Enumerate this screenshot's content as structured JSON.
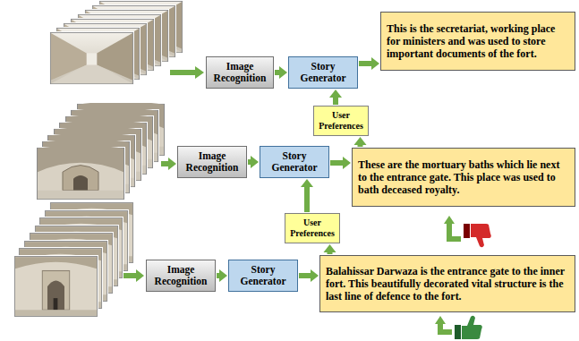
{
  "diagram": {
    "nodes": [
      {
        "text": [
          "Image Recognition"
        ]
      },
      {
        "text": [
          "Story Generator"
        ]
      },
      {
        "text": [
          "This is the secretariat, working place for ministers and was used to store important documents of the fort."
        ]
      },
      {
        "text": [
          "User Preferences"
        ]
      },
      {
        "text": [
          "Image Recognition"
        ]
      },
      {
        "text": [
          "Story Generator"
        ]
      },
      {
        "text": [
          "These are the mortuary baths which lie next to the entrance gate. This place was used to bath deceased royalty."
        ]
      },
      {
        "text": [
          "User Preferences"
        ]
      },
      {
        "text": [
          "Image Recognition"
        ]
      },
      {
        "text": [
          "Story Generator"
        ]
      },
      {
        "text": [
          "Balahissar Darwaza is the entrance gate to the inner fort. This beautifully decorated vital structure is the last line of defence to the fort."
        ]
      }
    ],
    "edges": [
      {
        "from": 0,
        "to": 1,
        "arrow": "to"
      },
      {
        "from": 1,
        "to": 2,
        "arrow": "to"
      },
      {
        "from": 3,
        "to": 1,
        "arrow": "to"
      },
      {
        "from": 6,
        "to": 3,
        "arrow": "to"
      },
      {
        "from": 4,
        "to": 5,
        "arrow": "to"
      },
      {
        "from": 5,
        "to": 6,
        "arrow": "to"
      },
      {
        "from": 7,
        "to": 5,
        "arrow": "to"
      },
      {
        "from": 10,
        "to": 7,
        "arrow": "to"
      },
      {
        "from": 8,
        "to": 9,
        "arrow": "to"
      },
      {
        "from": 9,
        "to": 10,
        "arrow": "to"
      }
    ]
  }
}
